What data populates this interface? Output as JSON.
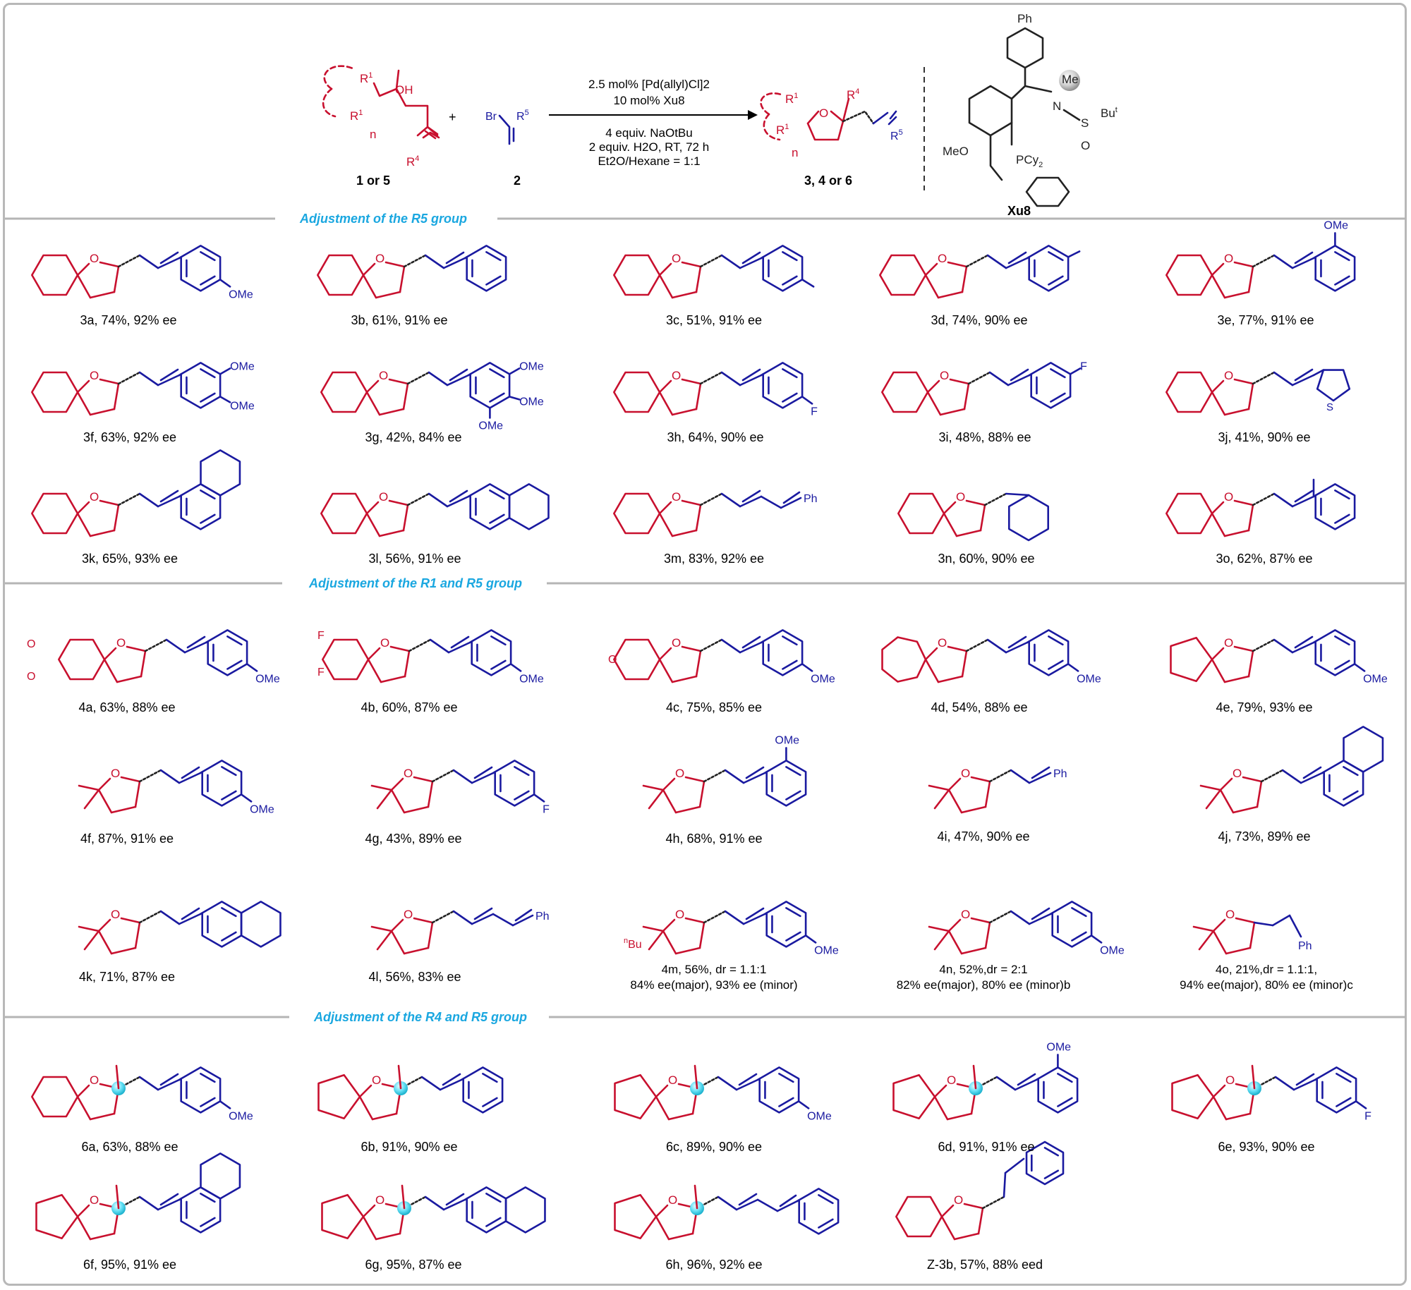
{
  "scheme": {
    "reactant1_label": "1 or 5",
    "reactant2_label": "2",
    "plus": "+",
    "product_label": "3, 4 or 6",
    "ligand_label": "Xu8",
    "conditions": [
      "2.5 mol% [Pd(allyl)Cl]2",
      "10 mol% Xu8",
      "4 equiv. NaOtBu",
      "2 equiv. H2O, RT, 72 h",
      "Et2O/Hexane = 1:1"
    ],
    "atoms": {
      "R1": "R1",
      "OH": "OH",
      "n": "n",
      "R4": "R4",
      "Br": "Br",
      "R5": "R5",
      "O": "O",
      "Ph": "Ph",
      "Me": "Me",
      "N": "N",
      "S": "S",
      "But": "But",
      "MeO": "MeO",
      "PCy2": "PCy2",
      "F": "F",
      "OMe": "OMe",
      "nBu": "nBu"
    }
  },
  "sections": [
    "Adjustment of the R5 group",
    "Adjustment of the R1 and R5 group",
    "Adjustment of the R4 and R5  group"
  ],
  "compounds": [
    {
      "id": "3a",
      "text": "3a, 74%, 92% ee"
    },
    {
      "id": "3b",
      "text": "3b, 61%, 91% ee"
    },
    {
      "id": "3c",
      "text": "3c, 51%, 91% ee"
    },
    {
      "id": "3d",
      "text": "3d, 74%, 90% ee"
    },
    {
      "id": "3e",
      "text": "3e, 77%, 91% ee"
    },
    {
      "id": "3f",
      "text": "3f, 63%, 92% ee"
    },
    {
      "id": "3g",
      "text": "3g, 42%, 84% ee"
    },
    {
      "id": "3h",
      "text": "3h, 64%, 90% ee"
    },
    {
      "id": "3i",
      "text": "3i, 48%, 88% ee"
    },
    {
      "id": "3j",
      "text": "3j, 41%, 90% ee"
    },
    {
      "id": "3k",
      "text": "3k, 65%, 93% ee"
    },
    {
      "id": "3l",
      "text": "3l, 56%, 91% ee"
    },
    {
      "id": "3m",
      "text": "3m, 83%, 92% ee"
    },
    {
      "id": "3n",
      "text": "3n, 60%, 90% ee"
    },
    {
      "id": "3o",
      "text": "3o, 62%, 87% ee"
    },
    {
      "id": "4a",
      "text": "4a, 63%, 88% ee"
    },
    {
      "id": "4b",
      "text": "4b, 60%, 87% ee"
    },
    {
      "id": "4c",
      "text": "4c, 75%, 85% ee"
    },
    {
      "id": "4d",
      "text": "4d, 54%, 88% ee"
    },
    {
      "id": "4e",
      "text": "4e, 79%, 93% ee"
    },
    {
      "id": "4f",
      "text": "4f, 87%, 91% ee"
    },
    {
      "id": "4g",
      "text": "4g, 43%, 89% ee"
    },
    {
      "id": "4h",
      "text": "4h, 68%, 91% ee"
    },
    {
      "id": "4i",
      "text": "4i, 47%, 90% ee"
    },
    {
      "id": "4j",
      "text": "4j, 73%, 89% ee"
    },
    {
      "id": "4k",
      "text": "4k, 71%, 87% ee"
    },
    {
      "id": "4l",
      "text": "4l, 56%, 83% ee"
    },
    {
      "id": "4m",
      "text": "4m, 56%, dr = 1.1:1",
      "text2": "84% ee(major), 93% ee (minor)"
    },
    {
      "id": "4n",
      "text": "4n, 52%,dr = 2:1",
      "text2": "82% ee(major), 80% ee (minor)b"
    },
    {
      "id": "4o",
      "text": "4o, 21%,dr = 1.1:1,",
      "text2": "94% ee(major), 80% ee (minor)c"
    },
    {
      "id": "6a",
      "text": "6a, 63%, 88% ee"
    },
    {
      "id": "6b",
      "text": "6b, 91%, 90% ee"
    },
    {
      "id": "6c",
      "text": "6c, 89%, 90% ee"
    },
    {
      "id": "6d",
      "text": "6d, 91%, 91% ee"
    },
    {
      "id": "6e",
      "text": "6e, 93%, 90% ee"
    },
    {
      "id": "6f",
      "text": "6f, 95%, 91% ee"
    },
    {
      "id": "6g",
      "text": "6g, 95%, 87% ee"
    },
    {
      "id": "6h",
      "text": "6h, 96%, 92% ee"
    },
    {
      "id": "Z-3b",
      "text": "Z-3b, 57%, 88% eed"
    }
  ],
  "colors": {
    "substrate": "#c8102e",
    "reagent": "#1a1aa0",
    "section_title": "#1aa7e0",
    "separator": "#b5b5b5",
    "stereocenter": "#66e0f5"
  }
}
